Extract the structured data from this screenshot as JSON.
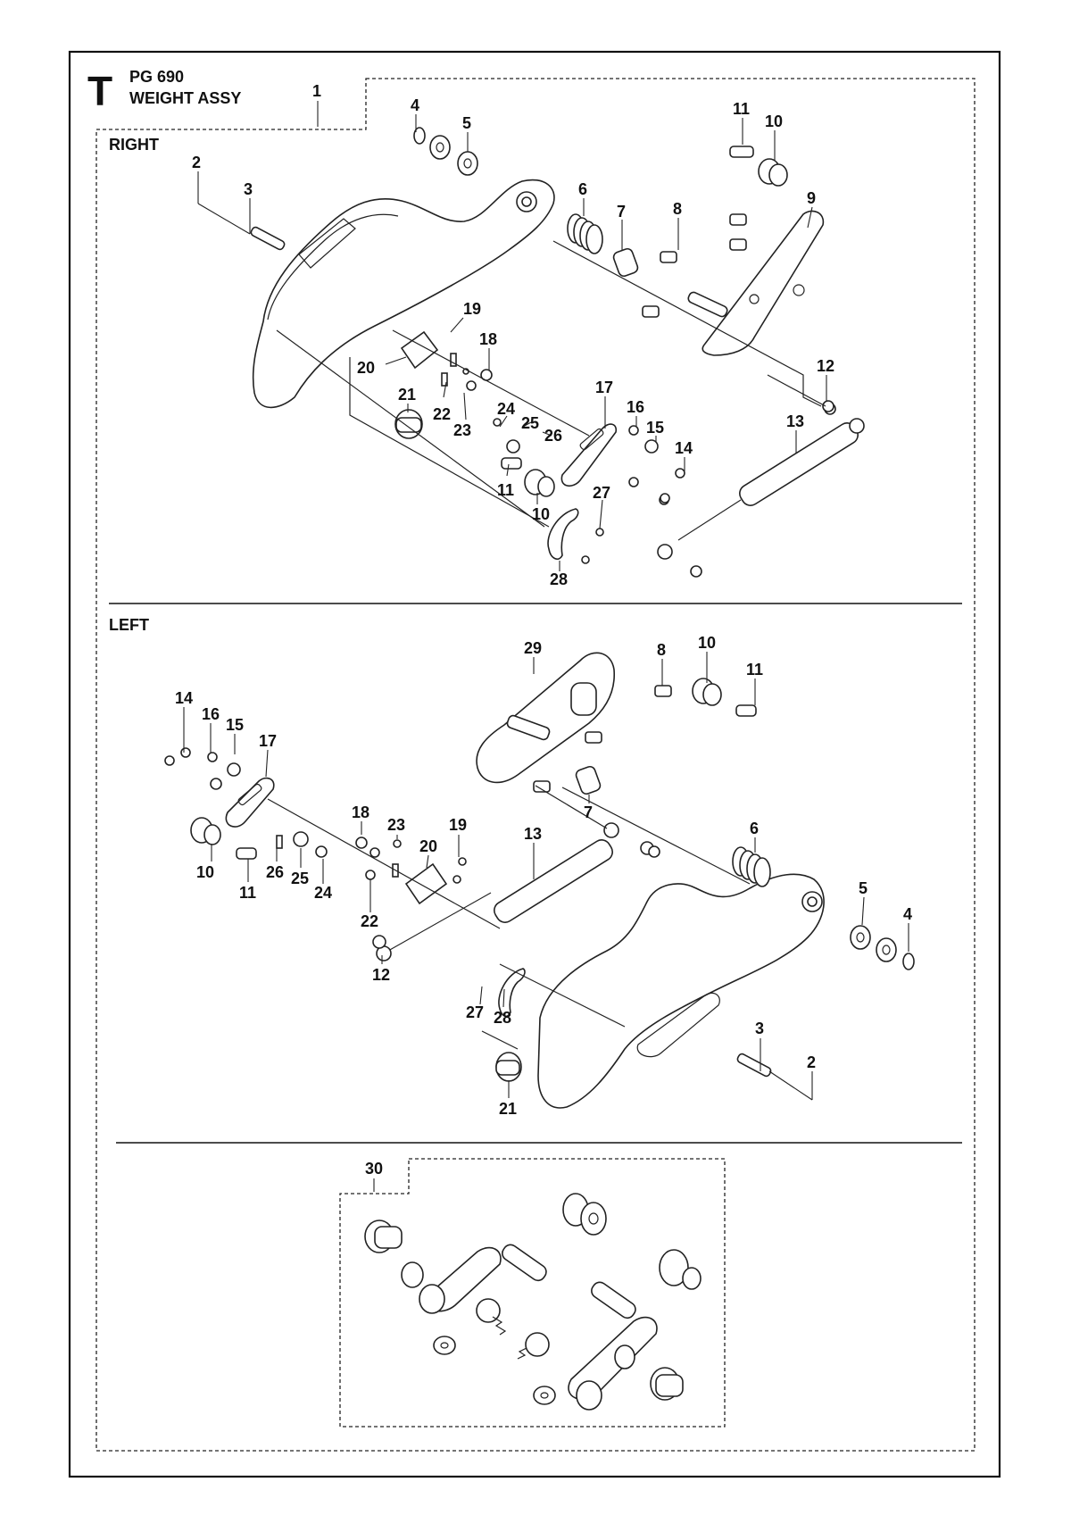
{
  "header": {
    "letter": "T",
    "model": "PG 690",
    "title": "WEIGHT ASSY"
  },
  "sections": {
    "right": "RIGHT",
    "left": "LEFT"
  },
  "assembly_callout": "1",
  "kit_callout": "30",
  "right_callouts": [
    "2",
    "3",
    "4",
    "5",
    "6",
    "7",
    "8",
    "9",
    "10",
    "11",
    "12",
    "13",
    "14",
    "15",
    "16",
    "17",
    "18",
    "19",
    "20",
    "21",
    "22",
    "23",
    "24",
    "25",
    "26",
    "27",
    "28",
    "10",
    "11"
  ],
  "left_callouts": [
    "29",
    "8",
    "10",
    "11",
    "14",
    "16",
    "15",
    "17",
    "18",
    "23",
    "19",
    "20",
    "13",
    "6",
    "7",
    "5",
    "4",
    "10",
    "26",
    "25",
    "24",
    "11",
    "22",
    "12",
    "27",
    "28",
    "3",
    "2",
    "21"
  ]
}
